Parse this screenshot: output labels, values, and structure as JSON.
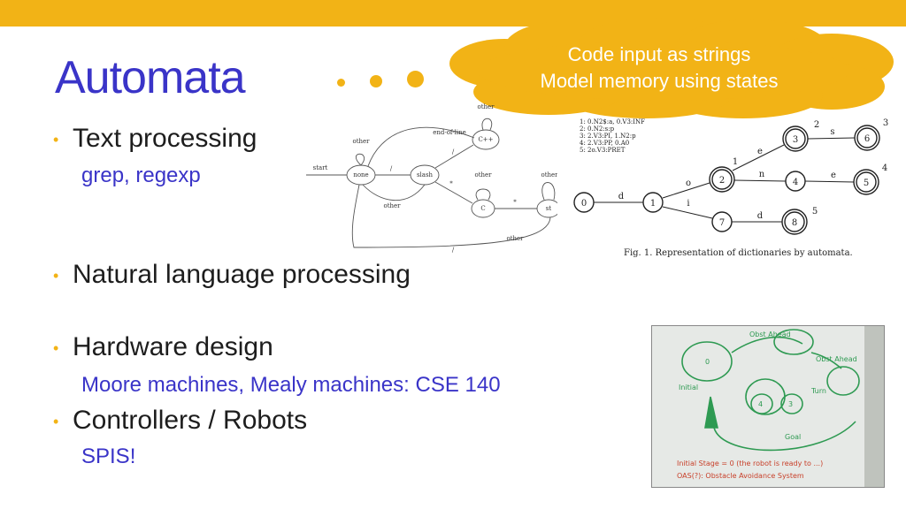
{
  "slide": {
    "title": "Automata",
    "cloud_lines": [
      "Code input as strings",
      "Model memory using states"
    ],
    "bullets": [
      {
        "text": "Text processing",
        "sub": "grep, regexp"
      },
      {
        "text": "Natural language processing",
        "sub": ""
      },
      {
        "text": "Hardware design",
        "sub": "Moore machines, Mealy machines: CSE 140"
      },
      {
        "text": "Controllers / Robots",
        "sub": "SPIS!"
      }
    ],
    "bullet_glyph": "•"
  },
  "colors": {
    "accent": "#f2b316",
    "title": "#3a34c8",
    "text": "#1d1d1d",
    "cloud_text": "#ffffff"
  },
  "comment_fsm": {
    "states": [
      "none",
      "slash",
      "C++",
      "C",
      "st"
    ],
    "labels": {
      "start": "start",
      "other_top": "other",
      "end_of_line": "end-of-line",
      "other_none": "other",
      "slash_edge": "/",
      "slash_cpp": "/",
      "star": "*",
      "other_slash": "other",
      "other_none_c": "other",
      "star_c": "*",
      "other_c": "other",
      "slash_back": "/",
      "other_right": "other"
    }
  },
  "dict_fig": {
    "legend": [
      "1: 0.N2$:a, 0.V3:INF",
      "2: 0.N2:s:p",
      "3: 2.V3:PI, 1.N2:p",
      "4: 2.V3:PP, 0.A0",
      "5: 2o.V3:PRET"
    ],
    "states": [
      "0",
      "1",
      "2",
      "3",
      "4",
      "5",
      "6",
      "7",
      "8"
    ],
    "markers": [
      "2",
      "3",
      "1",
      "4",
      "5"
    ],
    "edges": [
      "d",
      "o",
      "i",
      "e",
      "s",
      "n",
      "e",
      "d"
    ],
    "caption": "Fig. 1. Representation of dictionaries by automata."
  },
  "whiteboard": {
    "states": [
      "0",
      "4",
      "3"
    ],
    "notes": [
      "Initial",
      "Obst Ahead",
      "Goal",
      "Obst Ahead",
      "Turn"
    ],
    "bottom_lines": [
      "Initial Stage = 0 (the robot is ready to ...)",
      "OAS(?): Obstacle Avoidance System"
    ]
  }
}
